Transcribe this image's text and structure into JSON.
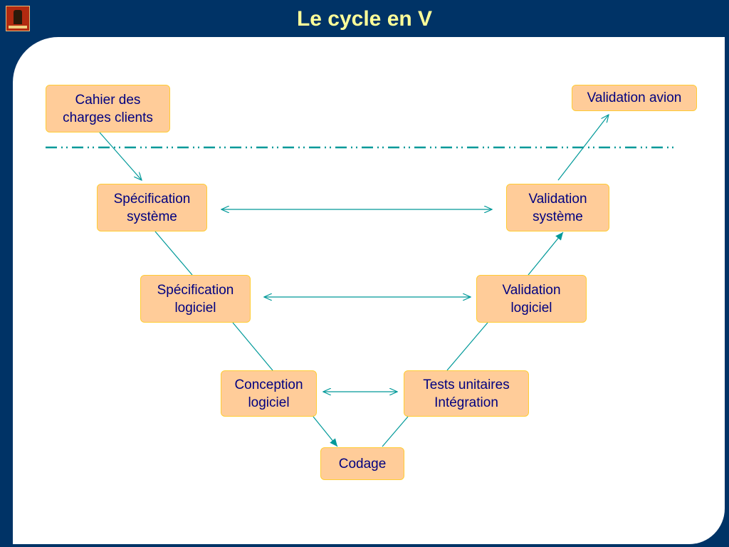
{
  "slide": {
    "title": "Le cycle en V",
    "logo_icon": "institution-logo-icon"
  },
  "colors": {
    "frame": "#003366",
    "title": "#ffff99",
    "node_fill": "#ffcc99",
    "node_border": "#ffcc33",
    "node_text": "#000080",
    "connector": "#009999"
  },
  "nodes": {
    "cahier": "Cahier des\ncharges clients",
    "spec_systeme": "Spécification\nsystème",
    "spec_logiciel": "Spécification\nlogiciel",
    "conception": "Conception\nlogiciel",
    "codage": "Codage",
    "tests": "Tests unitaires\nIntégration",
    "valid_logiciel": "Validation\nlogiciel",
    "valid_systeme": "Validation\nsystème",
    "valid_avion": "Validation avion"
  }
}
